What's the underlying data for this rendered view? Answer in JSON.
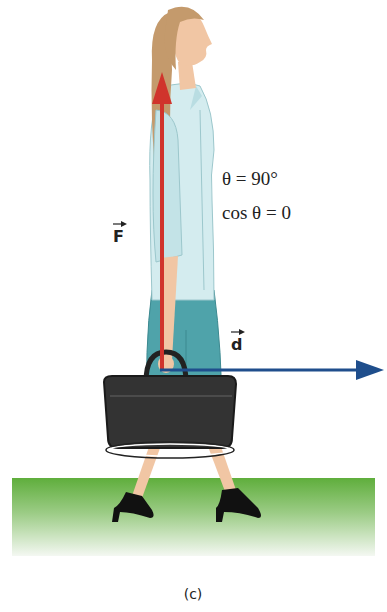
{
  "diagram": {
    "caption": "(c)",
    "labels": [
      "θ = 90°",
      "cos θ = 0",
      "F",
      "d"
    ]
  }
}
